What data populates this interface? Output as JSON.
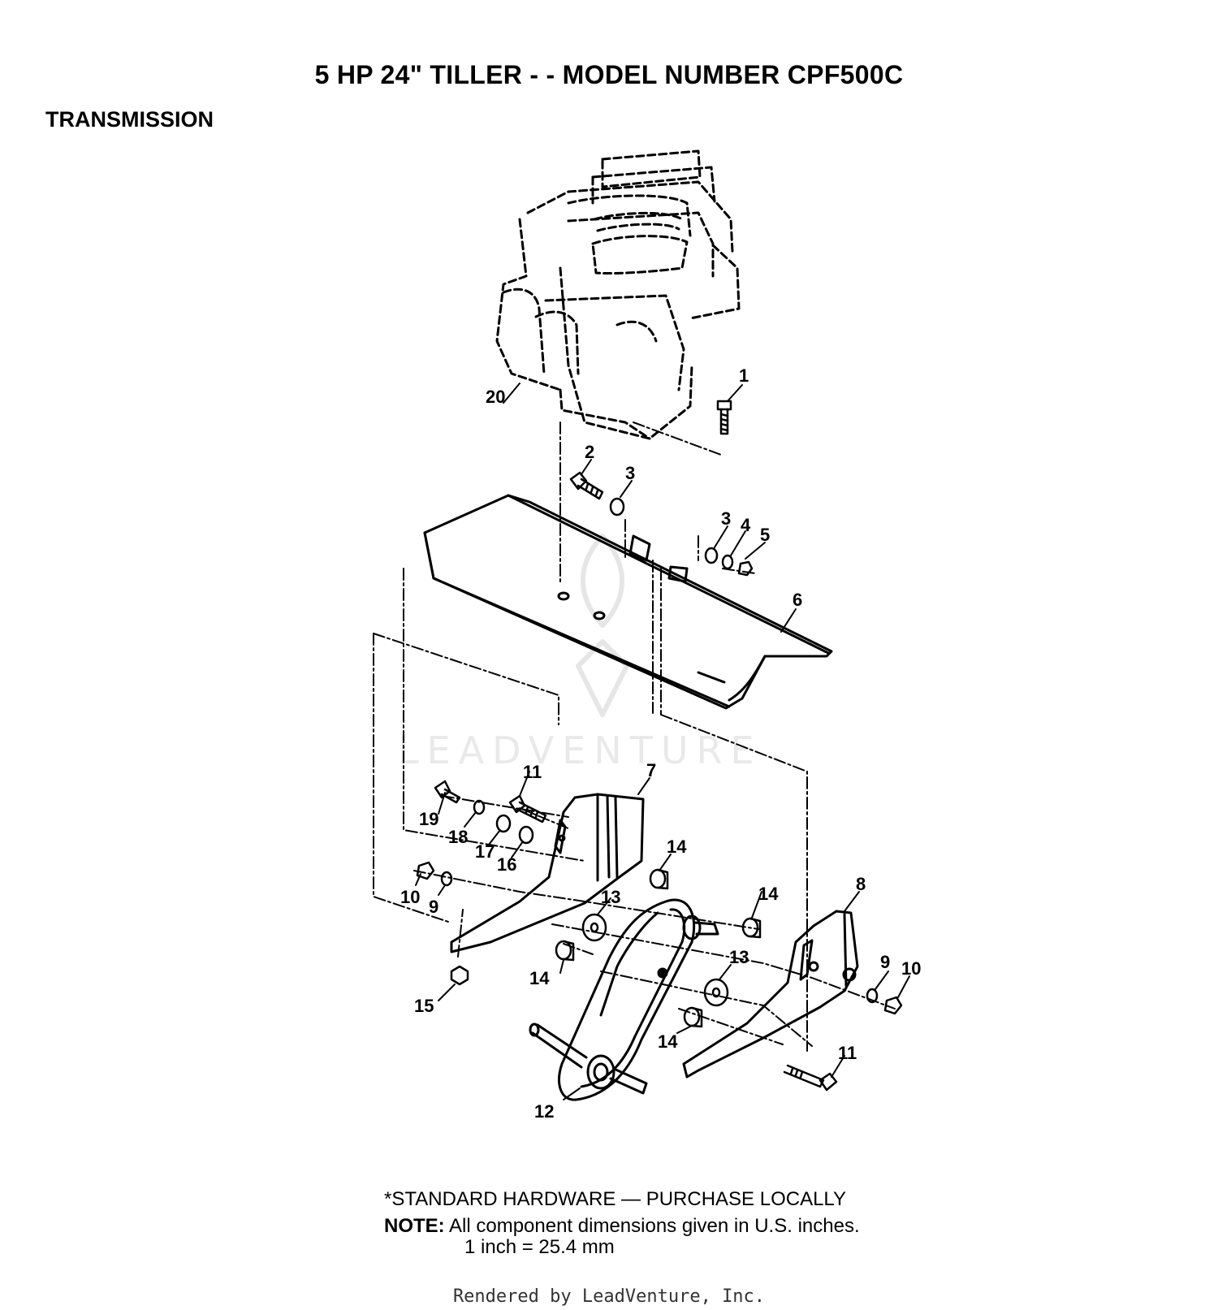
{
  "header": {
    "title": "5 HP 24\" TILLER - - MODEL NUMBER CPF500C",
    "section": "TRANSMISSION"
  },
  "watermark": {
    "text": "LEADVENTURE"
  },
  "callouts": {
    "c1": "1",
    "c2": "2",
    "c3a": "3",
    "c3b": "3",
    "c4": "4",
    "c5": "5",
    "c6": "6",
    "c7": "7",
    "c8": "8",
    "c9a": "9",
    "c9b": "9",
    "c10a": "10",
    "c10b": "10",
    "c11a": "11",
    "c11b": "11",
    "c12": "12",
    "c13a": "13",
    "c13b": "13",
    "c14a": "14",
    "c14b": "14",
    "c14c": "14",
    "c14d": "14",
    "c15": "15",
    "c16": "16",
    "c17": "17",
    "c18": "18",
    "c19": "19",
    "c20": "20"
  },
  "footer": {
    "standard_hardware": "*STANDARD HARDWARE — PURCHASE LOCALLY",
    "note_label": "NOTE:",
    "note_text": " All component dimensions given in U.S. inches.",
    "conversion": "1 inch = 25.4 mm",
    "rendered_by": "Rendered by LeadVenture, Inc."
  }
}
